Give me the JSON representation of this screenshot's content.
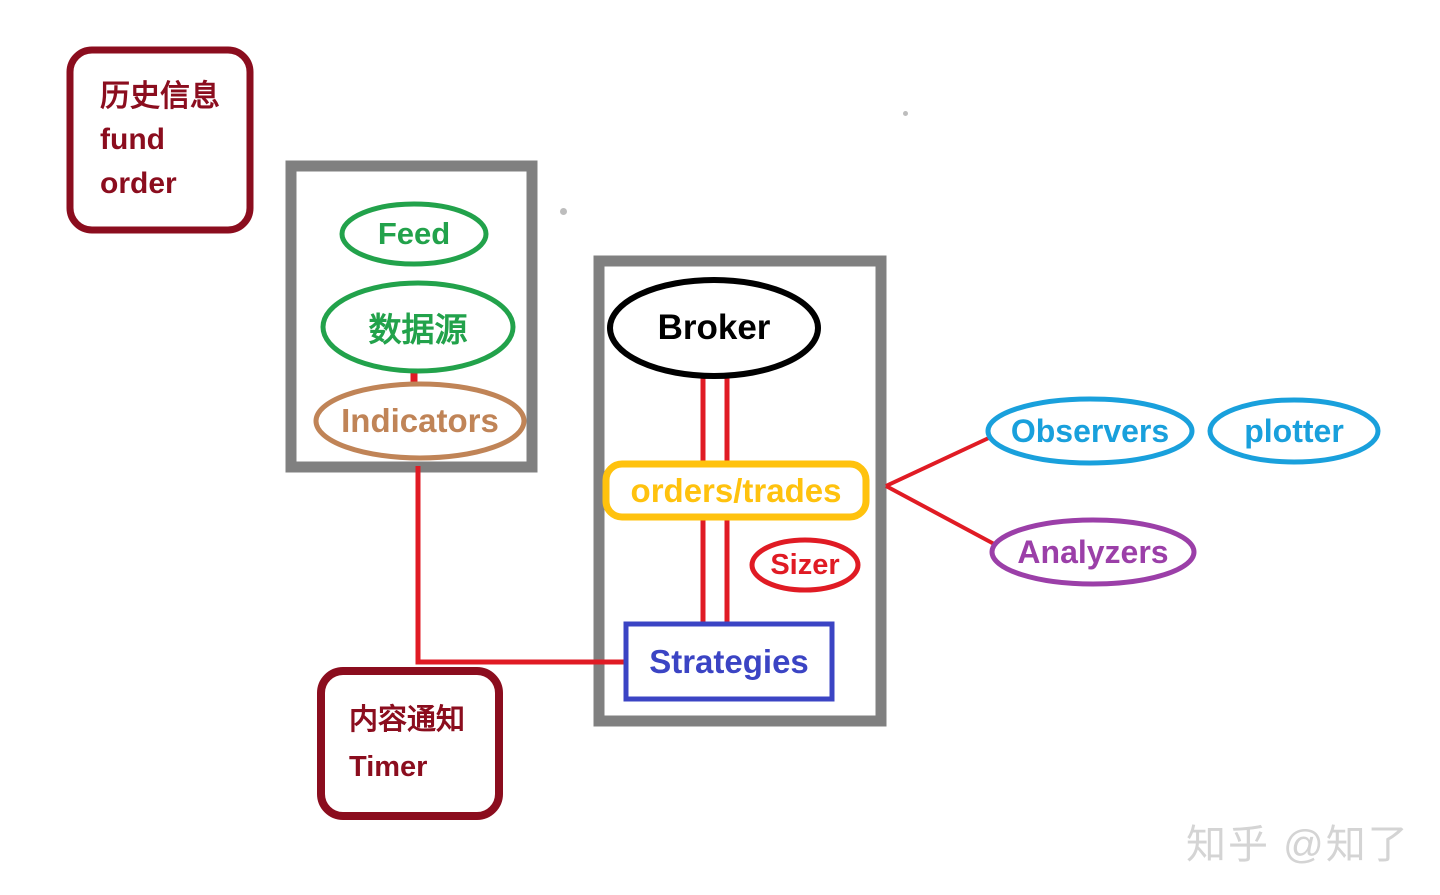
{
  "diagram": {
    "title_watermark": "知乎 @知了",
    "colors": {
      "dark_red": "#8B0D1E",
      "red_line": "#E01B24",
      "green": "#22A24B",
      "brown": "#C08457",
      "black": "#000000",
      "yellow": "#FFC20E",
      "blue": "#3B44C4",
      "cyan": "#19A0DC",
      "purple": "#9B3FA8",
      "grey_frame": "#808080"
    },
    "nodes": {
      "history_box": {
        "lines": [
          "历史信息",
          "fund",
          "order"
        ],
        "shape": "rounded-rect",
        "color": "#8B0D1E"
      },
      "feed": {
        "label": "Feed",
        "shape": "ellipse",
        "color": "#22A24B"
      },
      "datasource": {
        "label": "数据源",
        "shape": "ellipse",
        "color": "#22A24B"
      },
      "indicators": {
        "label": "Indicators",
        "shape": "ellipse",
        "color": "#C08457"
      },
      "broker": {
        "label": "Broker",
        "shape": "ellipse",
        "color": "#000000"
      },
      "orders_trades": {
        "label": "orders/trades",
        "shape": "rounded-rect",
        "color": "#FFC20E"
      },
      "sizer": {
        "label": "Sizer",
        "shape": "ellipse",
        "color": "#E01B24"
      },
      "strategies": {
        "label": "Strategies",
        "shape": "rect",
        "color": "#3B44C4"
      },
      "observers": {
        "label": "Observers",
        "shape": "ellipse",
        "color": "#19A0DC"
      },
      "plotter": {
        "label": "plotter",
        "shape": "ellipse",
        "color": "#19A0DC"
      },
      "analyzers": {
        "label": "Analyzers",
        "shape": "ellipse",
        "color": "#9B3FA8"
      },
      "notify_box": {
        "lines": [
          "内容通知",
          "Timer"
        ],
        "shape": "rounded-rect",
        "color": "#8B0D1E"
      }
    },
    "containers": {
      "data_group": {
        "label": "",
        "color": "#808080"
      },
      "engine_group": {
        "label": "",
        "color": "#808080"
      }
    }
  }
}
